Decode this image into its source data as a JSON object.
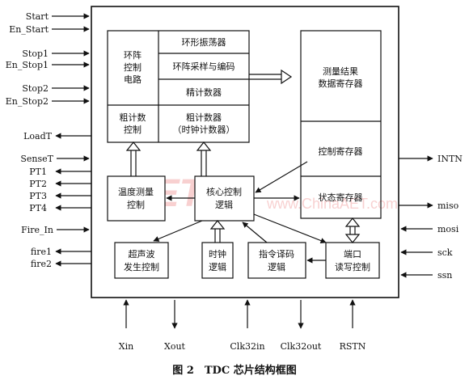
{
  "pins": {
    "start": "Start",
    "en_start": "En_Start",
    "stop1": "Stop1",
    "en_stop1": "En_Stop1",
    "stop2": "Stop2",
    "en_stop2": "En_Stop2",
    "loadt": "LoadT",
    "senset": "SenseT",
    "pt1": "PT1",
    "pt2": "PT2",
    "pt3": "PT3",
    "pt4": "PT4",
    "fire_in": "Fire_In",
    "fire1": "fire1",
    "fire2": "fire2",
    "intn": "INTN",
    "miso": "miso",
    "mosi": "mosi",
    "sck": "sck",
    "ssn": "ssn",
    "xin": "Xin",
    "xout": "Xout",
    "clk32in": "Clk32in",
    "clk32out": "Clk32out",
    "rstn": "RSTN"
  },
  "blocks": {
    "ring_ctrl": [
      "环阵",
      "控制",
      "电路"
    ],
    "ring_osc": "环形振荡器",
    "ring_sample": "环阵采样与编码",
    "fine_counter": "精计数器",
    "coarse_ctrl": [
      "粗计数",
      "控制"
    ],
    "coarse_counter": [
      "粗计数器",
      "（时钟计数器）"
    ],
    "result_reg": [
      "测量结果",
      "数据寄存器"
    ],
    "control_reg": "控制寄存器",
    "status_reg": "状态寄存器",
    "temp_ctrl": [
      "温度测量",
      "控制"
    ],
    "core_logic": [
      "核心控制",
      "逻辑"
    ],
    "ultrasonic": [
      "超声波",
      "发生控制"
    ],
    "clock_logic": [
      "时钟",
      "逻辑"
    ],
    "cmd_decode": [
      "指令译码",
      "逻辑"
    ],
    "port_rw": [
      "端口",
      "读写控制"
    ]
  },
  "caption": "图 2　TDC 芯片结构框图",
  "watermark": {
    "logo": "AET",
    "url": "www.ChinaAET.com"
  }
}
